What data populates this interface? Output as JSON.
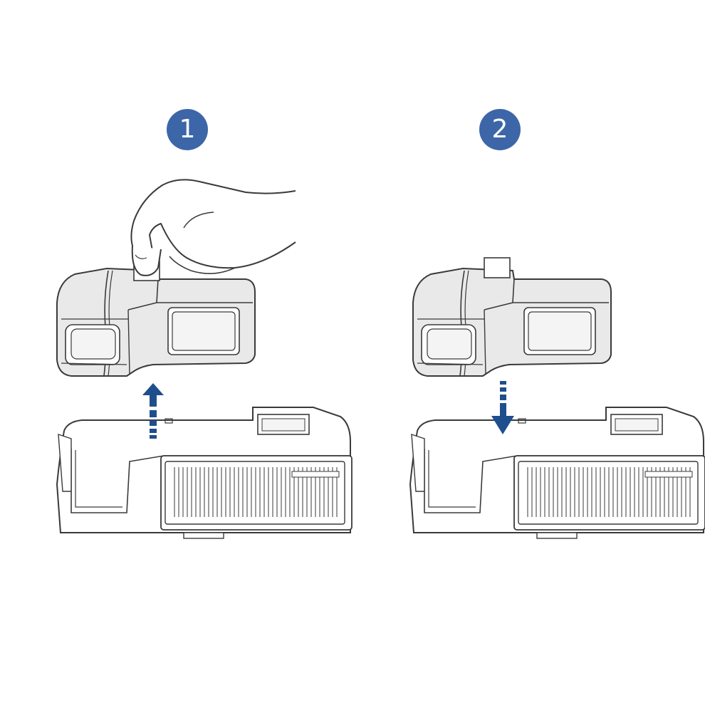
{
  "steps": [
    {
      "number": "1",
      "action": "lift-out"
    },
    {
      "number": "2",
      "action": "insert"
    }
  ],
  "colors": {
    "badge": "#3d66a8",
    "arrow": "#1f4e8c",
    "line": "#3a3a3a",
    "fill_light": "#e9e9e9",
    "fill_window": "#f4f4f4"
  },
  "icons": [
    "hand-icon",
    "up-arrow-icon",
    "down-arrow-icon",
    "dust-box-icon",
    "filter-housing-icon"
  ]
}
